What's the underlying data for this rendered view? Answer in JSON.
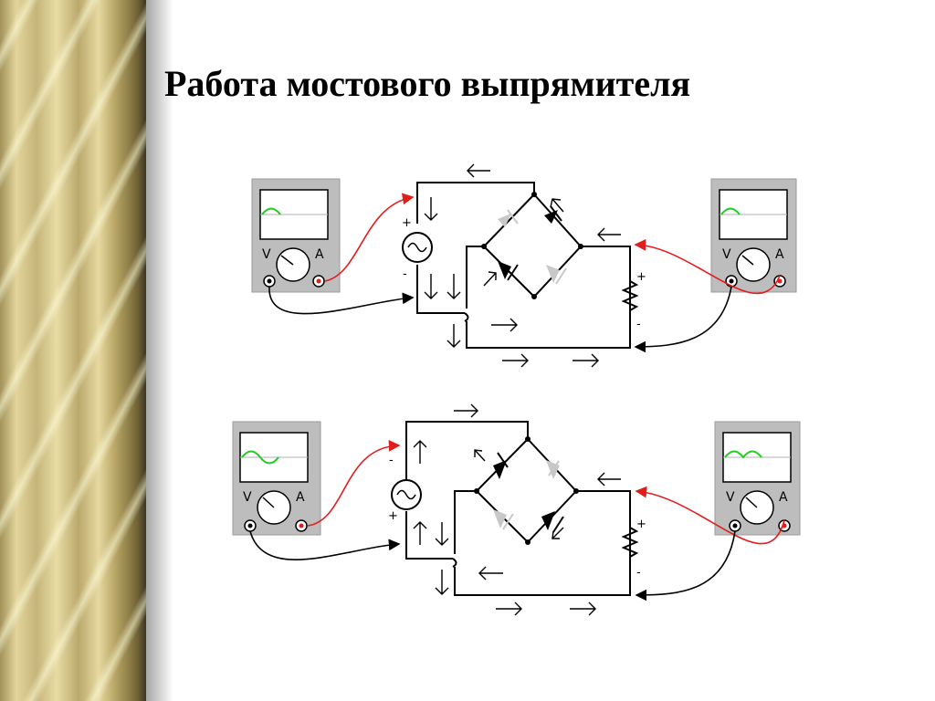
{
  "slide": {
    "title": "Работа мостового выпрямителя"
  },
  "meter": {
    "volt_label": "V",
    "amp_label": "A"
  },
  "signs": {
    "plus": "+",
    "minus": "-"
  },
  "circuits": [
    {
      "id": "top",
      "source_polarity": [
        "+",
        "-"
      ],
      "load_polarity": [
        "+",
        "-"
      ],
      "input_waveform": "positive half-wave",
      "output_waveform": "positive half-wave"
    },
    {
      "id": "bottom",
      "source_polarity": [
        "-",
        "+"
      ],
      "load_polarity": [
        "+",
        "-"
      ],
      "input_waveform": "full sine wave",
      "output_waveform": "full-wave rectified"
    }
  ],
  "colors": {
    "probe_positive": "#e31c1c",
    "probe_negative": "#000000",
    "trace": "#22cc22",
    "diode_conducting": "#000000",
    "diode_blocked": "#c8c8c8"
  }
}
